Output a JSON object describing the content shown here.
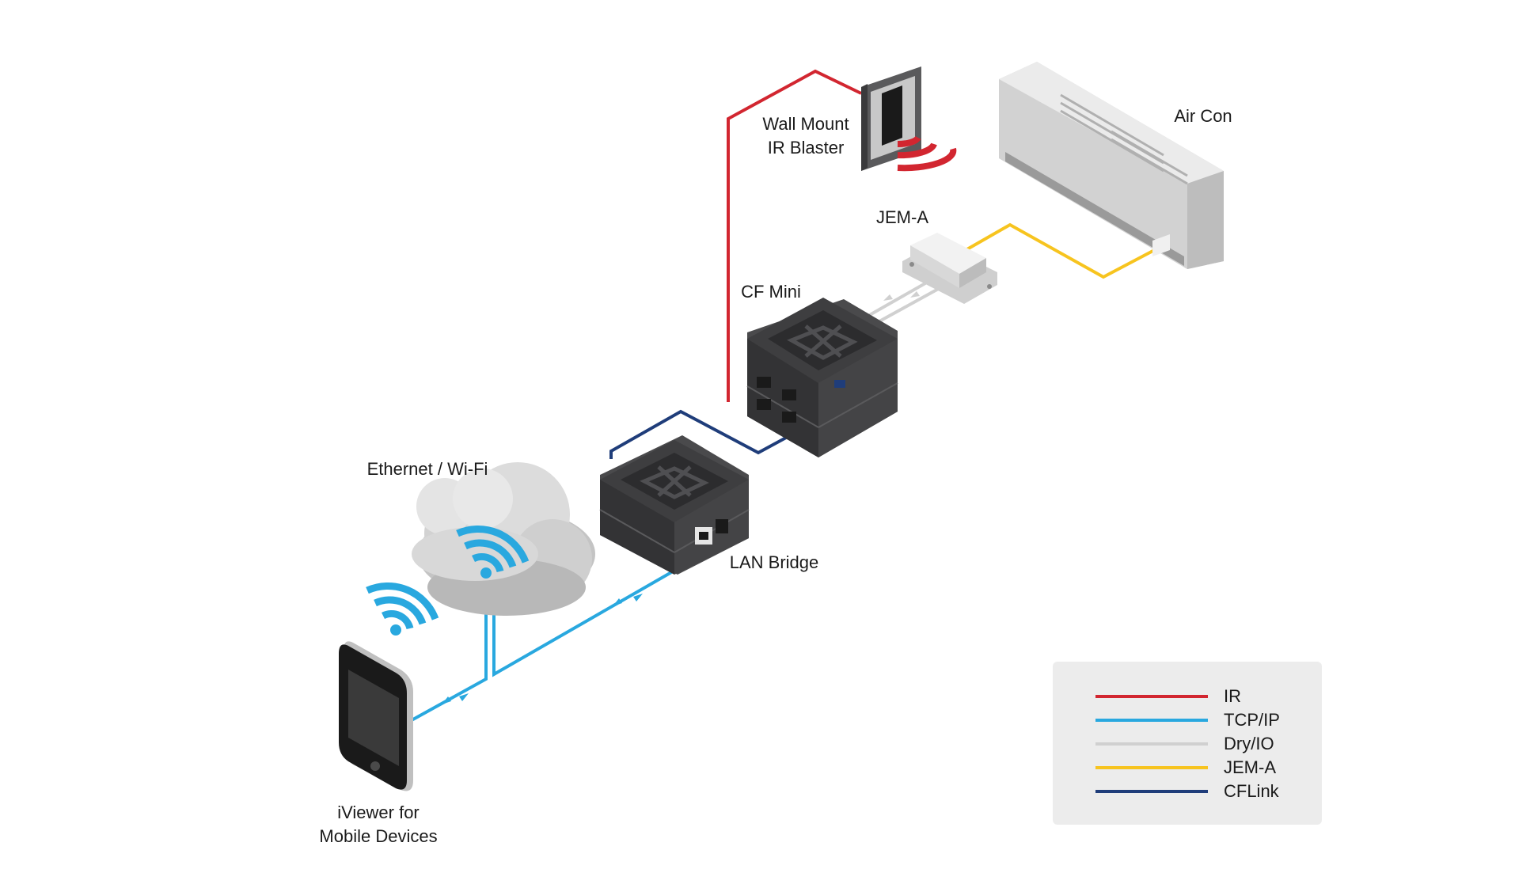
{
  "labels": {
    "wall_mount_line1": "Wall Mount",
    "wall_mount_line2": "IR Blaster",
    "air_con": "Air Con",
    "jem_a": "JEM-A",
    "cf_mini": "CF Mini",
    "ethernet_wifi": "Ethernet / Wi-Fi",
    "lan_bridge": "LAN Bridge",
    "iviewer_line1": "iViewer for",
    "iviewer_line2": "Mobile Devices"
  },
  "legend": {
    "items": [
      {
        "label": "IR",
        "color": "#d22630"
      },
      {
        "label": "TCP/IP",
        "color": "#29a8df"
      },
      {
        "label": "Dry/IO",
        "color": "#d0d0d0"
      },
      {
        "label": "JEM-A",
        "color": "#f7c41f"
      },
      {
        "label": "CFLink",
        "color": "#1f3d7a"
      }
    ]
  },
  "colors": {
    "ir": "#d22630",
    "tcpip": "#29a8df",
    "dryio": "#d0d0d0",
    "jema": "#f7c41f",
    "cflink": "#1f3d7a",
    "device_dark": "#3c3c3e",
    "legend_bg": "#ececec"
  },
  "icons": [
    "ir-blaster-icon",
    "air-conditioner-icon",
    "jem-a-module-icon",
    "cf-mini-icon",
    "lan-bridge-icon",
    "cloud-icon",
    "wifi-icon",
    "smartphone-icon"
  ]
}
